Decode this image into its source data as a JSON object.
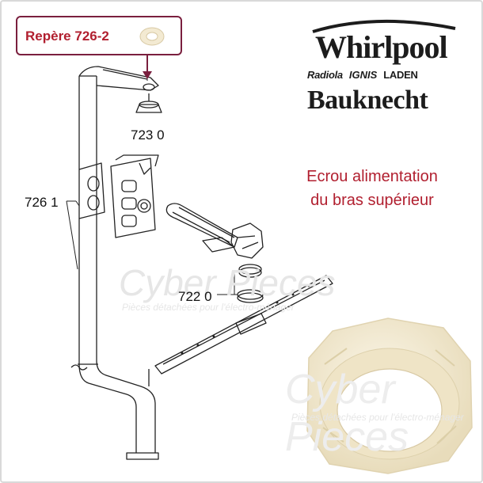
{
  "part_label": "Repère 726-2",
  "brands": {
    "primary": "Whirlpool",
    "row": [
      "Radiola",
      "IGNIS",
      "LADEN"
    ],
    "secondary": "Bauknecht"
  },
  "product_title": "Ecrou alimentation\ndu bras supérieur",
  "callouts": {
    "c723": "723 0",
    "c726": "726 1",
    "c722": "722 0"
  },
  "watermark": {
    "brand": "Cyber Pieces",
    "tagline_1": "Pièces détachées pour l'électro-ménager",
    "tagline_2": "Pièces détachées pour l'électro-ménager"
  },
  "colors": {
    "accent": "#b11f2f",
    "badge_border": "#7a1f3e",
    "nut": "#f3ead2"
  },
  "icons": {
    "badge": "nut-icon",
    "photo": "nut-photo"
  }
}
